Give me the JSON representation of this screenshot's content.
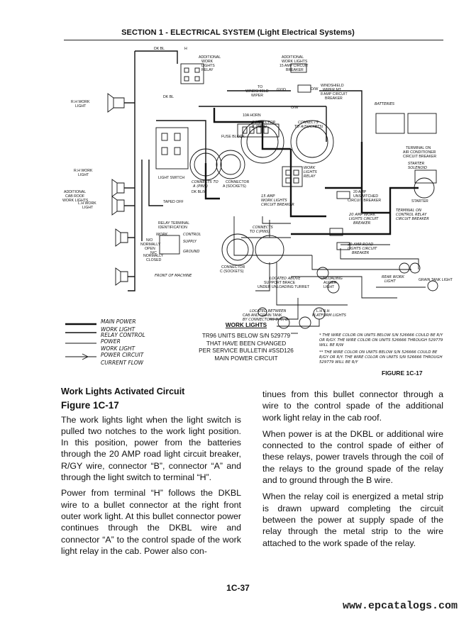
{
  "header": {
    "title": "SECTION 1 - ELECTRICAL SYSTEM (Light Electrical Systems)"
  },
  "diagram": {
    "labels": {
      "dk_bl_top": "DK BL",
      "wire_h": "H",
      "additional_work_lights_relay": [
        "ADDITIONAL",
        "WORK",
        "LIGHTS",
        "RELAY"
      ],
      "additional_circuit_breaker": [
        "ADDITIONAL",
        "WORK LIGHTS",
        "15 AMP CIRCUIT",
        "BREAKER"
      ],
      "to_windshield_wiper": [
        "TO",
        "WINDSHIELD",
        "WIPER"
      ],
      "gy_o": "GY/O",
      "o_w": "O/W",
      "windshield_wiper_breaker": [
        "WINDSHIELD",
        "WIPER MT",
        "8 AMP CIRCUIT",
        "BREAKER"
      ],
      "o_w2": "O/W",
      "rh_work_light": [
        "R.H WORK",
        "LIGHT"
      ],
      "dk_bl_mid": "DK BL",
      "horn_10a": "10A HORN",
      "connector_8pins": [
        "CONNECTOR",
        "B (PINS)"
      ],
      "connects_to_a": [
        "CONNECTS",
        "TO A(SOCKETS)"
      ],
      "fuse_block": "FUSE BLOCK",
      "batteries": "BATTERIES",
      "terminal_ac": [
        "TERMINAL ON",
        "AIR CONDITIONER",
        "CIRCUIT BREAKER"
      ],
      "starter_solenoid": [
        "STARTER",
        "SOLENOID"
      ],
      "rh_work_light2": [
        "R.H WORK",
        "LIGHT"
      ],
      "additional_cab_roof": [
        "ADDITIONAL",
        "CAB ROOF",
        "WORK LIGHTS"
      ],
      "lh_work_light": [
        "L.H WORK",
        "LIGHT"
      ],
      "light_switch": "LIGHT SWITCH",
      "connects_to_b": [
        "CONNECTS TO",
        "A (PINS)"
      ],
      "connector_a_sockets": [
        "CONNECTOR",
        "A (SOCKETS)"
      ],
      "dk_bl_w": "DK BL/W",
      "taped_off": "TAPED OFF",
      "work_lights_relay": [
        "WORK",
        "LIGHTS",
        "RELAY"
      ],
      "amp20_unswitched": [
        "20 AMP",
        "UNSWITCHED",
        "CIRCUIT BREAKER"
      ],
      "starter": "STARTER",
      "work_light_breaker_15": [
        "15 AMP",
        "WORK LIGHTS",
        "CIRCUIT BREAKER"
      ],
      "work_lights_breaker_20": [
        "20 AMP WORK",
        "LIGHTS CIRCUIT",
        "BREAKER"
      ],
      "terminal_control_relay": [
        "TERMINAL ON",
        "CONTROL RELAY",
        "CIRCUIT BREAKER"
      ],
      "road_lights_breaker": [
        "20 AMP ROAD",
        "LIGHTS CIRCUIT",
        "BREAKER"
      ],
      "relay_terminal_id": [
        "RELAY TERMINAL",
        "IDENTIFICATION"
      ],
      "relay_work": "WORK",
      "relay_control": "CONTROL",
      "relay_supply": "SUPPLY",
      "relay_no": "N/O",
      "relay_normally_open": [
        "NORMALLY",
        "OPEN"
      ],
      "relay_normally_closed": [
        "NORMALLY",
        "CLOSED"
      ],
      "relay_ground": "GROUND",
      "relay_nc": "N/C",
      "connects_to_c": [
        "CONNECTS",
        "TO C(PINS)"
      ],
      "connector_c": [
        "CONNECTOR",
        "C (SOCKETS)"
      ],
      "front_of_machine": "FRONT OF MACHINE",
      "located_above": [
        "LOCATED ABOVE",
        "SUPPORT BRACE",
        "UNDER UNLOADING TURRET"
      ],
      "unloading_auger_light": [
        "UNLOADING",
        "AUGER",
        "LIGHT"
      ],
      "rear_work_light": [
        "REAR WORK",
        "LIGHT"
      ],
      "grain_tank_light": "GRAIN TANK LIGHT",
      "located_between": [
        "LOCATED BETWEEN",
        "CAB AND GRAIN TANK",
        "BY CONNECTORS B, C, D"
      ],
      "platform_lights": [
        "L.H     R.H",
        "PLATFORM LIGHTS"
      ]
    },
    "legend": [
      {
        "label": "MAIN POWER",
        "style": "heavy"
      },
      {
        "label": "WORK LIGHT RELAY CONTROL POWER",
        "style": "medium"
      },
      {
        "label": "WORK LIGHT POWER CIRCUIT",
        "style": "light"
      },
      {
        "label": "CURRENT FLOW",
        "style": "arrow"
      }
    ],
    "work_lights_title": "WORK LIGHTS",
    "work_lights_lines": [
      "TR96 UNITS BELOW S/N 529779",
      "THAT HAVE BEEN CHANGED",
      "PER SERVICE BULLETIN #SSD126",
      "MAIN POWER CIRCUIT"
    ],
    "notes": [
      "* THE WIRE COLOR ON UNITS BELOW S/N 526666 COULD BE R/Y OR R/GY. THE WIRE COLOR ON UNITS 526666 THROUGH 529779 WILL BE R/W",
      "** THE WIRE COLOR ON UNITS BELOW S/N 526666 COULD BE R/GY OR R/Y. THE WIRE COLOR ON UNITS S/N 526666 THROUGH 529779 WILL BE R/Y"
    ],
    "figure_caption": "FIGURE 1C-17"
  },
  "body": {
    "heading1": "Work Lights Activated Circuit",
    "heading2": "Figure 1C-17",
    "left_paragraphs": [
      "The work lights light when the light switch is pulled two notches to the work light position. In this position, power from the batteries through the 20 AMP road light circuit breaker, R/GY wire, connector “B”, connector “A” and through the light switch to terminal “H”.",
      "Power from terminal “H” follows the DKBL wire to a bullet connector at the right front outer work light. At this bullet connector power continues through the DKBL wire and connector “A” to the control spade of the work light relay in the cab. Power also con-"
    ],
    "right_paragraphs": [
      "tinues from this bullet connector through a wire to the control spade of the additional work light relay in the cab roof.",
      "When power is at the DKBL or additional wire connected to the control spade of either of these relays, power travels through the coil of the relays to the ground spade of the relay and to ground through the B wire.",
      "When the relay coil is energized a metal strip is drawn upward completing the circuit between the power at supply spade of the relay through the metal strip to the wire attached to the work spade of the relay."
    ]
  },
  "page_number": "1C-37",
  "footer_url": "www.epcatalogs.com"
}
